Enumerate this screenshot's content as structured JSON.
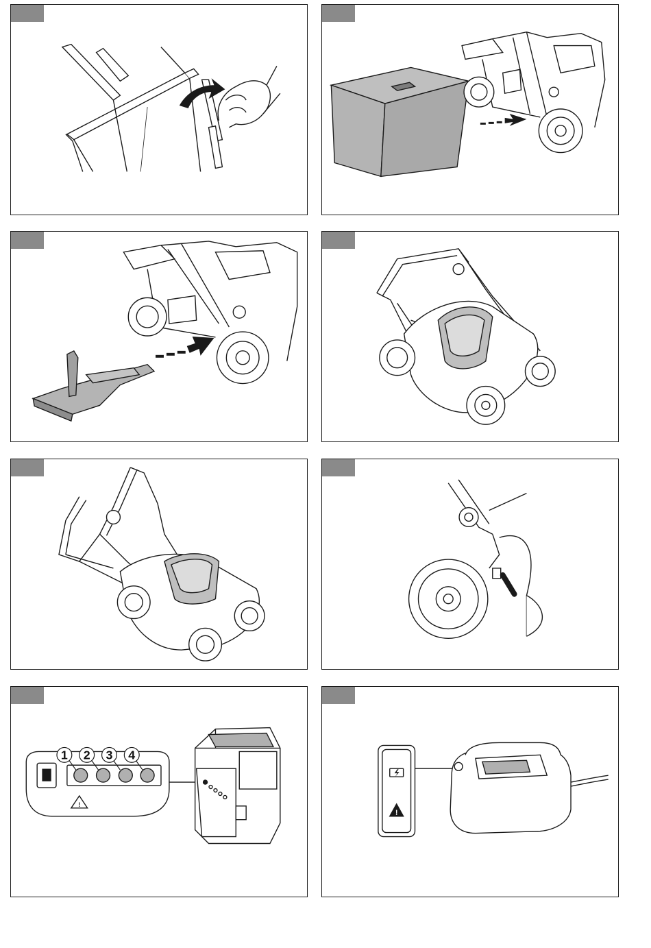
{
  "page": {
    "panels": [
      {
        "id": "p1",
        "content": "handle-fold-illustration"
      },
      {
        "id": "p2",
        "content": "grass-bag-attach-illustration"
      },
      {
        "id": "p3",
        "content": "mulch-plug-insert-illustration"
      },
      {
        "id": "p4",
        "content": "mower-folded-illustration"
      },
      {
        "id": "p5",
        "content": "mower-handle-unfold-illustration"
      },
      {
        "id": "p6",
        "content": "wheel-height-adjust-illustration"
      },
      {
        "id": "p7",
        "content": "battery-indicator-illustration"
      },
      {
        "id": "p8",
        "content": "battery-charger-illustration"
      }
    ],
    "battery_indicators": {
      "labels": [
        "1",
        "2",
        "3",
        "4"
      ]
    },
    "colors": {
      "tab": "#8a8a8a",
      "line": "#1a1a1a",
      "shade": "#b4b4b4",
      "dark_shade": "#8d8d8d"
    }
  }
}
